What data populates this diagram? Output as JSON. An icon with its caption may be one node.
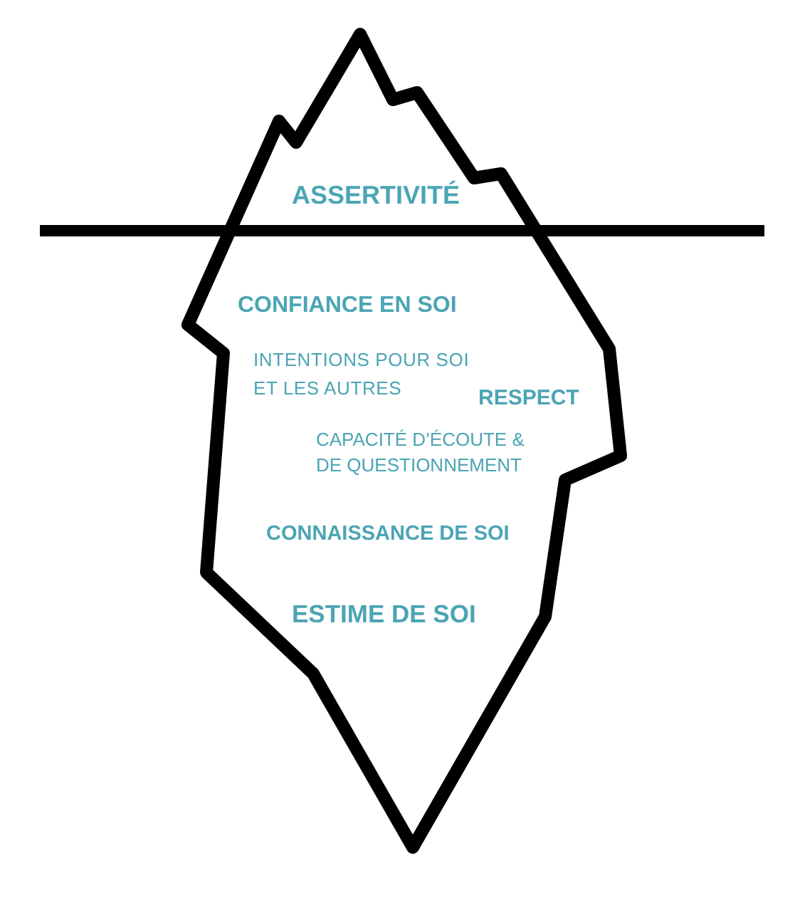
{
  "diagram": {
    "nodes": [
      {
        "text": [
          "ASSERTIVITÉ",
          "CONFIANCE EN SOI",
          "INTENTIONS POUR SOI ET LES AUTRES",
          "RESPECT",
          "CAPACITÉ D’ÉCOUTE & DE QUESTIONNEMENT",
          "CONNAISSANCE DE SOI",
          "ESTIME DE SOI"
        ]
      }
    ]
  }
}
